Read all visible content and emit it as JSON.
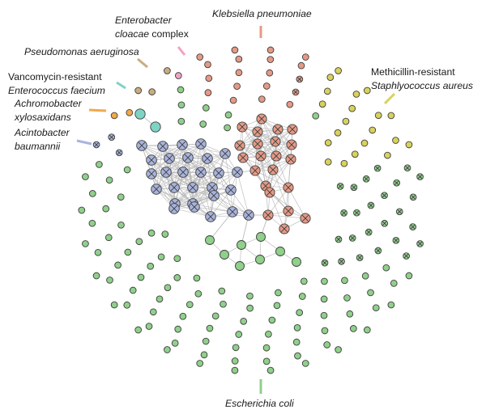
{
  "labels": {
    "enterobacter_1": "Enterobacter",
    "enterobacter_2_italic": "cloacae",
    "enterobacter_2_plain": " complex",
    "klebsiella": "Klebsiella pneumoniae",
    "pseudomonas": "Pseudomonas aeruginosa",
    "vre_1": "Vancomycin-resistant",
    "vre_2": "Enterococcus faecium",
    "achromobacter_1": "Achromobacter",
    "achromobacter_2": "xylosaxidans",
    "acinetobacter_1": "Acintobacter",
    "acinetobacter_2": "baumannii",
    "mrsa_1": "Methicillin-resistant",
    "mrsa_2": "Staphlyococcus aureus",
    "ecoli": "Escherichia coli"
  },
  "colors": {
    "klebsiella": "#e59a86",
    "acinetobacter": "#a9b4dc",
    "ecoli": "#8fd08a",
    "mrsa": "#d8d25c",
    "pseudomonas": "#c9ad7f",
    "enterobacter": "#f2a2c3",
    "vre": "#7fd3c4",
    "achromobacter": "#f2a84a",
    "edge": "#b4b4b4",
    "node_stroke": "#3e3e3e"
  }
}
